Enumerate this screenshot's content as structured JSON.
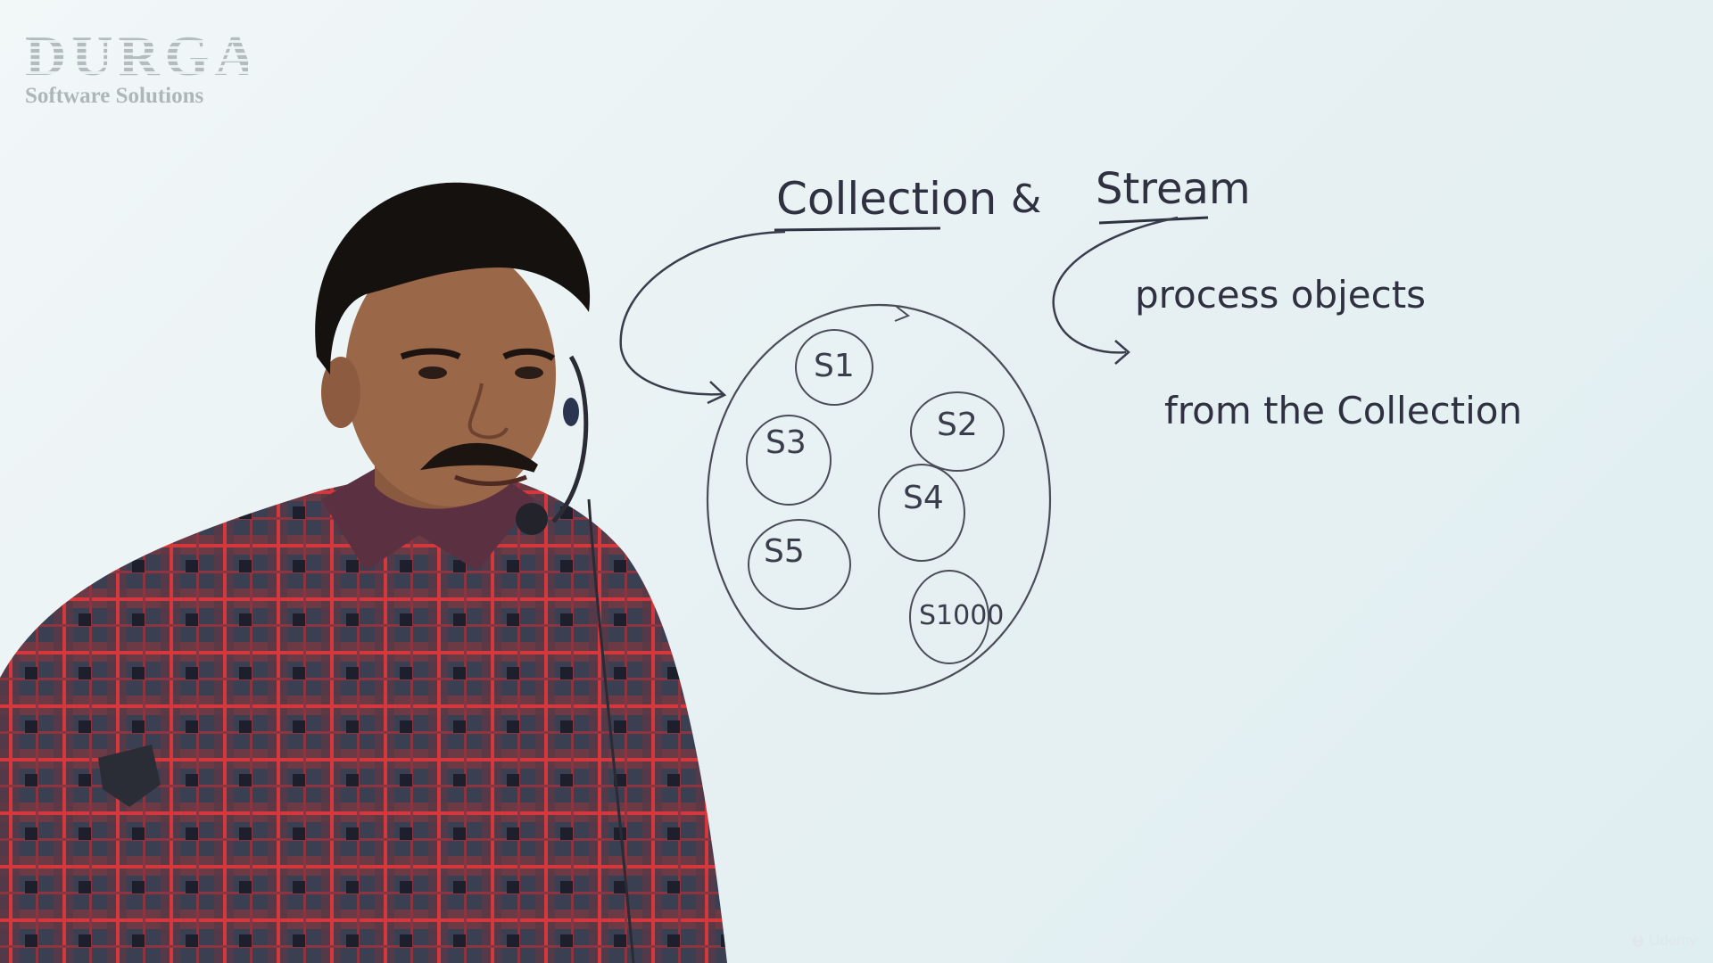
{
  "logo": {
    "main": "DURGA",
    "sub": "Software Solutions"
  },
  "board": {
    "heading_left": "Collection",
    "heading_amp": "&",
    "heading_right": "Stream",
    "note_line1": "process objects",
    "note_line2": "from the Collection",
    "elements": [
      "S1",
      "S2",
      "S3",
      "S4",
      "S5",
      "S1000"
    ]
  },
  "watermark": {
    "brand": "Udemy"
  }
}
